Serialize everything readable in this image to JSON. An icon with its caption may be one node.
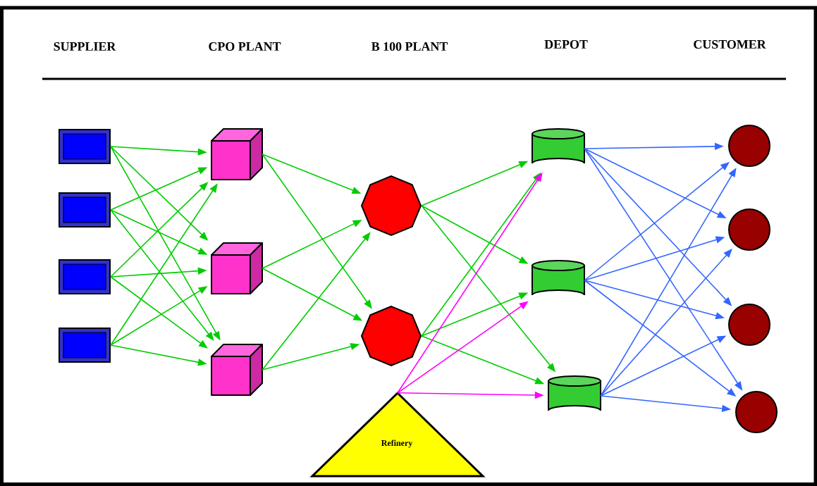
{
  "diagram": {
    "nodes": [
      {
        "text": [],
        "shape": "box"
      },
      {
        "text": [],
        "shape": "box"
      },
      {
        "text": [],
        "shape": "box"
      },
      {
        "text": [],
        "shape": "box"
      },
      {
        "text": [],
        "shape": "cube"
      },
      {
        "text": [],
        "shape": "cube"
      },
      {
        "text": [],
        "shape": "cube"
      },
      {
        "text": [],
        "shape": "octagon"
      },
      {
        "text": [],
        "shape": "octagon"
      },
      {
        "text": [],
        "shape": "cylinder"
      },
      {
        "text": [],
        "shape": "cylinder"
      },
      {
        "text": [],
        "shape": "cylinder"
      },
      {
        "text": [],
        "shape": "circle"
      },
      {
        "text": [],
        "shape": "circle"
      },
      {
        "text": [],
        "shape": "circle"
      },
      {
        "text": [],
        "shape": "circle"
      },
      {
        "text": [
          "Refinery"
        ]
      }
    ],
    "edges": [
      {
        "from": 0,
        "to": 4,
        "arrow": "to"
      },
      {
        "from": 0,
        "to": 5,
        "arrow": "to"
      },
      {
        "from": 0,
        "to": 6,
        "arrow": "to"
      },
      {
        "from": 1,
        "to": 4,
        "arrow": "to"
      },
      {
        "from": 1,
        "to": 5,
        "arrow": "to"
      },
      {
        "from": 1,
        "to": 6,
        "arrow": "to"
      },
      {
        "from": 2,
        "to": 4,
        "arrow": "to"
      },
      {
        "from": 2,
        "to": 5,
        "arrow": "to"
      },
      {
        "from": 2,
        "to": 6,
        "arrow": "to"
      },
      {
        "from": 3,
        "to": 4,
        "arrow": "to"
      },
      {
        "from": 3,
        "to": 5,
        "arrow": "to"
      },
      {
        "from": 3,
        "to": 6,
        "arrow": "to"
      },
      {
        "from": 4,
        "to": 7,
        "arrow": "to"
      },
      {
        "from": 4,
        "to": 8,
        "arrow": "to"
      },
      {
        "from": 5,
        "to": 7,
        "arrow": "to"
      },
      {
        "from": 5,
        "to": 8,
        "arrow": "to"
      },
      {
        "from": 6,
        "to": 7,
        "arrow": "to"
      },
      {
        "from": 6,
        "to": 8,
        "arrow": "to"
      },
      {
        "from": 7,
        "to": 9,
        "arrow": "to"
      },
      {
        "from": 7,
        "to": 10,
        "arrow": "to"
      },
      {
        "from": 7,
        "to": 11,
        "arrow": "to"
      },
      {
        "from": 8,
        "to": 9,
        "arrow": "to"
      },
      {
        "from": 8,
        "to": 10,
        "arrow": "to"
      },
      {
        "from": 8,
        "to": 11,
        "arrow": "to"
      },
      {
        "from": 16,
        "to": 9,
        "arrow": "to",
        "color": "#ff00ff"
      },
      {
        "from": 16,
        "to": 10,
        "arrow": "to",
        "color": "#ff00ff"
      },
      {
        "from": 16,
        "to": 11,
        "arrow": "to",
        "color": "#ff00ff"
      },
      {
        "from": 9,
        "to": 12,
        "arrow": "to",
        "color": "#3366ff"
      },
      {
        "from": 9,
        "to": 13,
        "arrow": "to",
        "color": "#3366ff"
      },
      {
        "from": 9,
        "to": 14,
        "arrow": "to",
        "color": "#3366ff"
      },
      {
        "from": 9,
        "to": 15,
        "arrow": "to",
        "color": "#3366ff"
      },
      {
        "from": 10,
        "to": 12,
        "arrow": "to",
        "color": "#3366ff"
      },
      {
        "from": 10,
        "to": 13,
        "arrow": "to",
        "color": "#3366ff"
      },
      {
        "from": 10,
        "to": 14,
        "arrow": "to",
        "color": "#3366ff"
      },
      {
        "from": 10,
        "to": 15,
        "arrow": "to",
        "color": "#3366ff"
      },
      {
        "from": 11,
        "to": 12,
        "arrow": "to",
        "color": "#3366ff"
      },
      {
        "from": 11,
        "to": 13,
        "arrow": "to",
        "color": "#3366ff"
      },
      {
        "from": 11,
        "to": 14,
        "arrow": "to",
        "color": "#3366ff"
      },
      {
        "from": 11,
        "to": 15,
        "arrow": "to",
        "color": "#3366ff"
      }
    ],
    "labels": [
      "SUPPLIER",
      "CPO PLANT",
      "B 100 PLANT",
      "DEPOT",
      "CUSTOMER"
    ]
  }
}
